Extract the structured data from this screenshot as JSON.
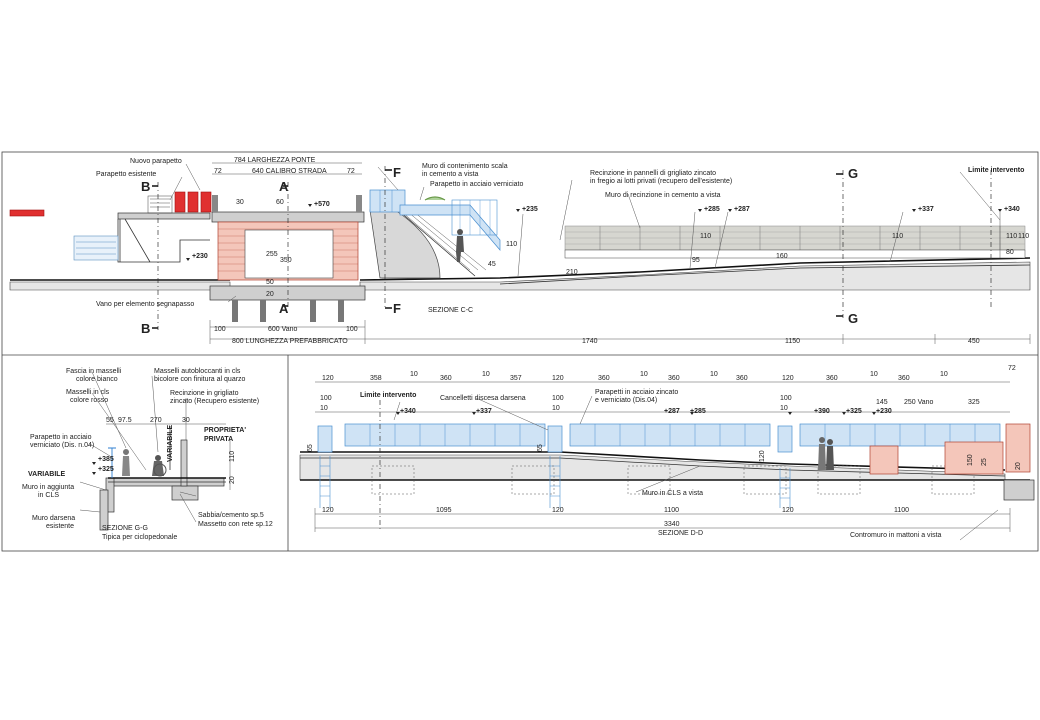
{
  "top": {
    "labels": {
      "new_parapet": "Nuovo parapetto",
      "existing_parapet": "Parapetto esistente",
      "bridge_length": "784 LARGHEZZA PONTE",
      "road_gauge": "640 CALIBRO STRADA",
      "retaining_wall": "Muro di contenimento scala\nin cemento a vista",
      "steel_parapet": "Parapetto in acciaio verniciato",
      "fence_panels": "Recinzione in pannelli di grigliato zincato\nin fregio ai lotti privati (recupero dell'esistente)",
      "fence_wall": "Muro di recinzione in cemento a vista",
      "limit": "Limite intervento",
      "step_void": "Vano per elemento segnapasso",
      "section_title": "SEZIONE C-C",
      "prefab_length": "800 LUNGHEZZA PREFABBRICATO",
      "vano": "600 Vano"
    },
    "section_letters": [
      "B",
      "A",
      "F",
      "G",
      "B",
      "A",
      "F",
      "G"
    ],
    "elevations": [
      "+230",
      "+570",
      "+235",
      "+285",
      "+287",
      "+337",
      "+340"
    ],
    "dims": [
      "72",
      "72",
      "30",
      "60",
      "255",
      "350",
      "50",
      "20",
      "100",
      "100",
      "1740",
      "1150",
      "450",
      "110",
      "95",
      "110",
      "160",
      "110",
      "110",
      "80",
      "110",
      "45",
      "210"
    ]
  },
  "gg": {
    "labels": {
      "pavers_white": "Fascia in masselli\ncolore bianco",
      "pavers_red": "Masselli in cls\ncolore rosso",
      "pavers_interlock": "Masselli autobloccanti in cls\nbicolore con finitura al quarzo",
      "fence_grid": "Recinzione in grigliato\nzincato (Recupero esistente)",
      "parapet": "Parapetto in acciaio\nverniciato (Dis. n.04)",
      "private": "PROPRIETA'\nPRIVATA",
      "variable_v": "VARIABILE",
      "variable_h": "VARIABILE",
      "add_wall": "Muro in aggiunta\nin CLS",
      "dock_wall": "Muro darsena\nesistente",
      "sand": "Sabbia/cemento sp.5",
      "screed": "Massetto con rete sp.12",
      "section_title": "SEZIONE G-G",
      "section_sub": "Tipica per ciclopedonale"
    },
    "elevations": [
      "+385",
      "+325"
    ],
    "dims": [
      "55",
      "97.5",
      "270",
      "30",
      "110",
      "20"
    ]
  },
  "dd": {
    "labels": {
      "limit": "Limite intervento",
      "gates": "Cancelletti discesa darsena",
      "parapets": "Parapetti in acciaio zincato\ne verniciato (Dis.04)",
      "cls_wall": "Muro in CLS a vista",
      "brick_wall": "Contromuro in mattoni a vista",
      "section_title": "SEZIONE D-D",
      "vano": "250 Vano"
    },
    "elevations": [
      "+340",
      "+337",
      "+287",
      "+285",
      "+390",
      "+325",
      "+230"
    ],
    "top_dims": [
      "120",
      "358",
      "10",
      "360",
      "10",
      "357",
      "120",
      "360",
      "10",
      "360",
      "10",
      "360",
      "120",
      "360",
      "10",
      "360",
      "10",
      "72"
    ],
    "sub_dims": [
      "100",
      "10",
      "100",
      "10",
      "100",
      "10",
      "145",
      "325"
    ],
    "bottom_dims": [
      "120",
      "1095",
      "120",
      "1100",
      "120",
      "1100",
      "3340"
    ],
    "side_dims": [
      "65",
      "65",
      "120",
      "150",
      "25",
      "20"
    ]
  }
}
